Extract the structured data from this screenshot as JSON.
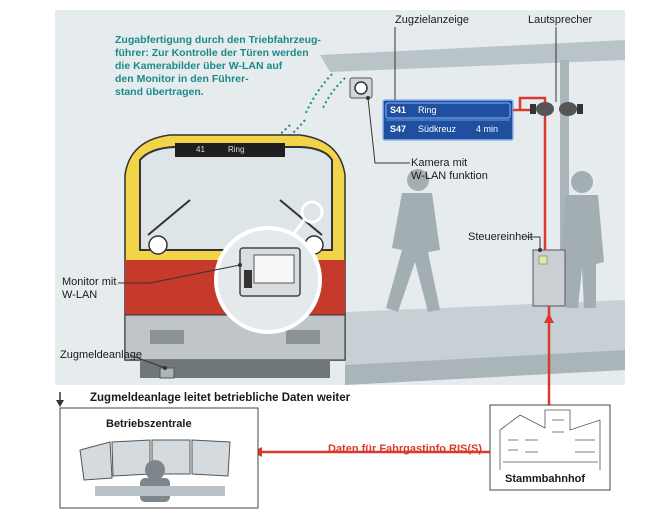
{
  "caption": {
    "line1": "Zugabfertigung durch den Triebfahrzeug-",
    "line2": "führer: Zur Kontrolle der Türen werden",
    "line3": "die Kamerabilder über W-LAN auf",
    "line4": "den Monitor in den Führer-",
    "line5": "stand übertragen."
  },
  "labels": {
    "zugzielanzeige": "Zugzielanzeige",
    "lautsprecher": "Lautsprecher",
    "kamera_line1": "Kamera mit",
    "kamera_line2": "W-LAN funktion",
    "steuereinheit": "Steuereinheit",
    "monitor_line1": "Monitor mit",
    "monitor_line2": "W-LAN",
    "zugmeldeanlage": "Zugmeldeanlage",
    "zugmeldeanlage_text": "Zugmeldeanlage leitet betriebliche Daten weiter",
    "betriebszentrale": "Betriebszentrale",
    "daten_fahrgastinfo": "Daten für Fahrgastinfo RIS(S)",
    "stammbahnhof": "Stammbahnhof"
  },
  "display": {
    "row1_line": "S41",
    "row1_dest": "Ring",
    "row2_line": "S47",
    "row2_dest": "Südkreuz",
    "row2_time": "4 min"
  },
  "train_display": {
    "line": "41",
    "dest": "Ring"
  },
  "colors": {
    "red_line": "#d93a2b",
    "teal_text": "#1a8a8a",
    "display_blue": "#1f4f9e",
    "train_yellow": "#f2d44a",
    "train_red": "#c53a2a",
    "platform_grey": "#c7d0d4"
  }
}
